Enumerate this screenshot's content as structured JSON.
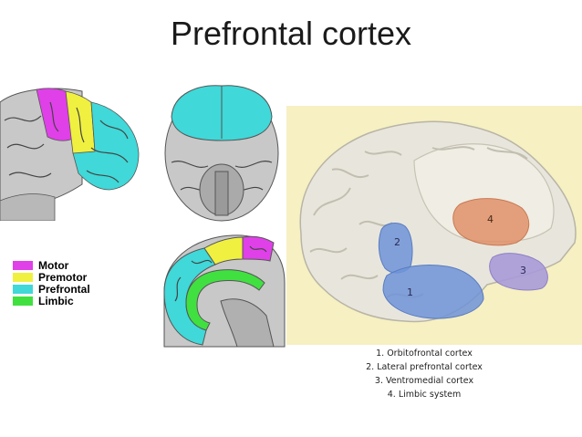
{
  "title": "Prefrontal cortex",
  "legend": [
    {
      "label": "Motor",
      "color": "#e040e8"
    },
    {
      "label": "Premotor",
      "color": "#f0f040"
    },
    {
      "label": "Prefrontal",
      "color": "#40d8d8"
    },
    {
      "label": "Limbic",
      "color": "#40e040"
    }
  ],
  "region_numbers": [
    "1",
    "2",
    "3",
    "4"
  ],
  "caption": [
    "1.  Orbitofrontal cortex",
    "2.  Lateral prefrontal cortex",
    "3.  Ventromedial cortex",
    "4.  Limbic system"
  ],
  "colors": {
    "motor": "#e040e8",
    "premotor": "#f0f040",
    "prefrontal": "#40d8d8",
    "limbic": "#40e040",
    "brain_gray": "#c8c8c8",
    "photo_background": "#f6f0c2",
    "region_blue": "#6f93d8",
    "region_orange": "#e0906a",
    "region_purple": "#a89ad8"
  }
}
